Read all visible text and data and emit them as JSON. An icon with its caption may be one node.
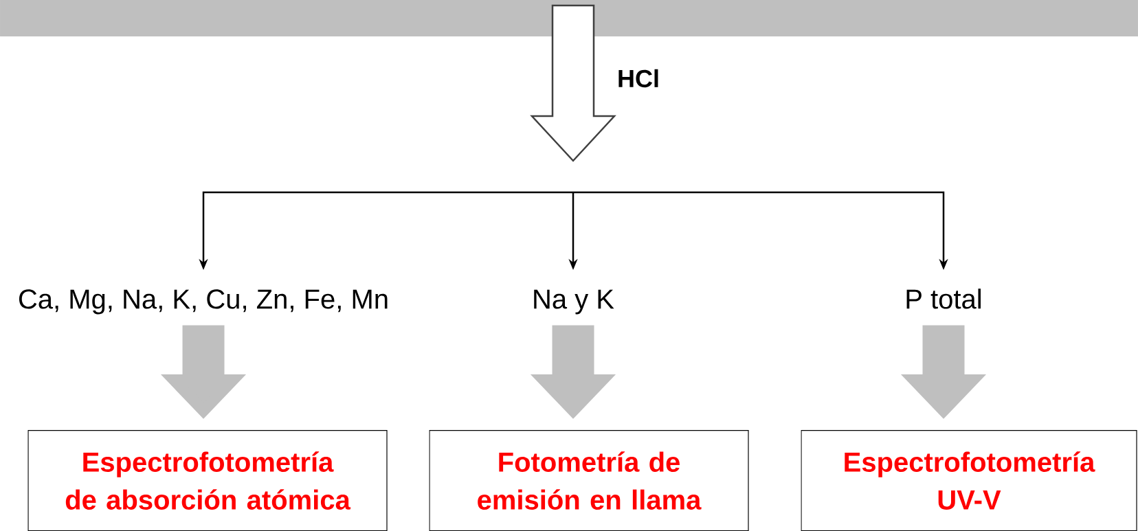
{
  "diagram": {
    "nodes": [
      {
        "text": [],
        "shape": "bar"
      },
      {
        "text": [
          "Ca, Mg, Na, K, Cu, Zn, Fe, Mn"
        ]
      },
      {
        "text": [
          "Na y K"
        ]
      },
      {
        "text": [
          "P total"
        ]
      },
      {
        "text": [
          "Espectrofotometría de absorción atómica"
        ]
      },
      {
        "text": [
          "Fotometría de emisión en llama"
        ]
      },
      {
        "text": [
          "Espectrofotometría UV-V"
        ]
      }
    ],
    "edges": [
      {
        "from": 0,
        "to": null,
        "arrow": "to",
        "label": "HCl",
        "style": "thick",
        "color": "#404040"
      },
      {
        "from": null,
        "to": 1,
        "arrow": "to"
      },
      {
        "from": null,
        "to": 2,
        "arrow": "to"
      },
      {
        "from": null,
        "to": 3,
        "arrow": "to"
      },
      {
        "from": 1,
        "to": 4,
        "arrow": "to",
        "style": "thick",
        "color": "#bfbfbf"
      },
      {
        "from": 2,
        "to": 5,
        "arrow": "to",
        "style": "thick",
        "color": "#bfbfbf"
      },
      {
        "from": 3,
        "to": 6,
        "arrow": "to",
        "style": "thick",
        "color": "#bfbfbf"
      }
    ]
  }
}
